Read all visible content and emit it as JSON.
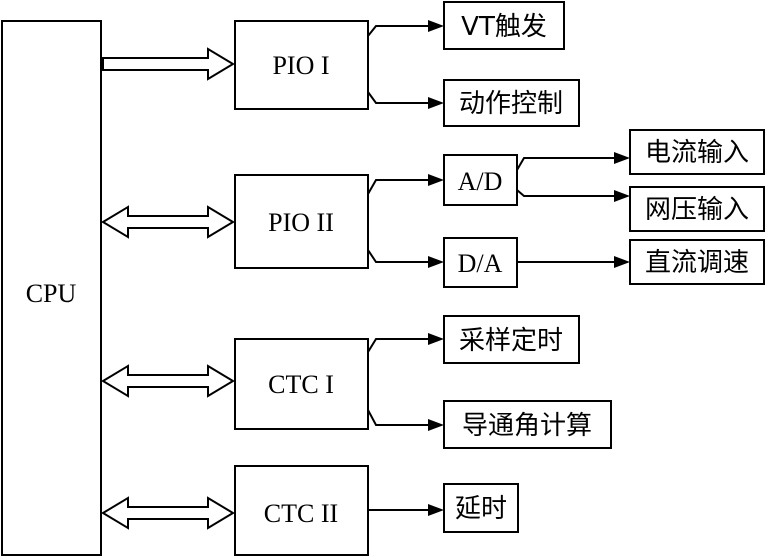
{
  "cpu": "CPU",
  "modules": {
    "pio1": "PIO I",
    "pio2": "PIO II",
    "ctc1": "CTC I",
    "ctc2": "CTC II"
  },
  "converters": {
    "ad": "A/D",
    "da": "D/A"
  },
  "outputs": {
    "vt_trigger": "VT触发",
    "action_control": "动作控制",
    "current_input": "电流输入",
    "grid_voltage_input": "网压输入",
    "dc_speed_control": "直流调速",
    "sampling_timing": "采样定时",
    "conduction_angle_calc": "导通角计算",
    "delay": "延时"
  }
}
